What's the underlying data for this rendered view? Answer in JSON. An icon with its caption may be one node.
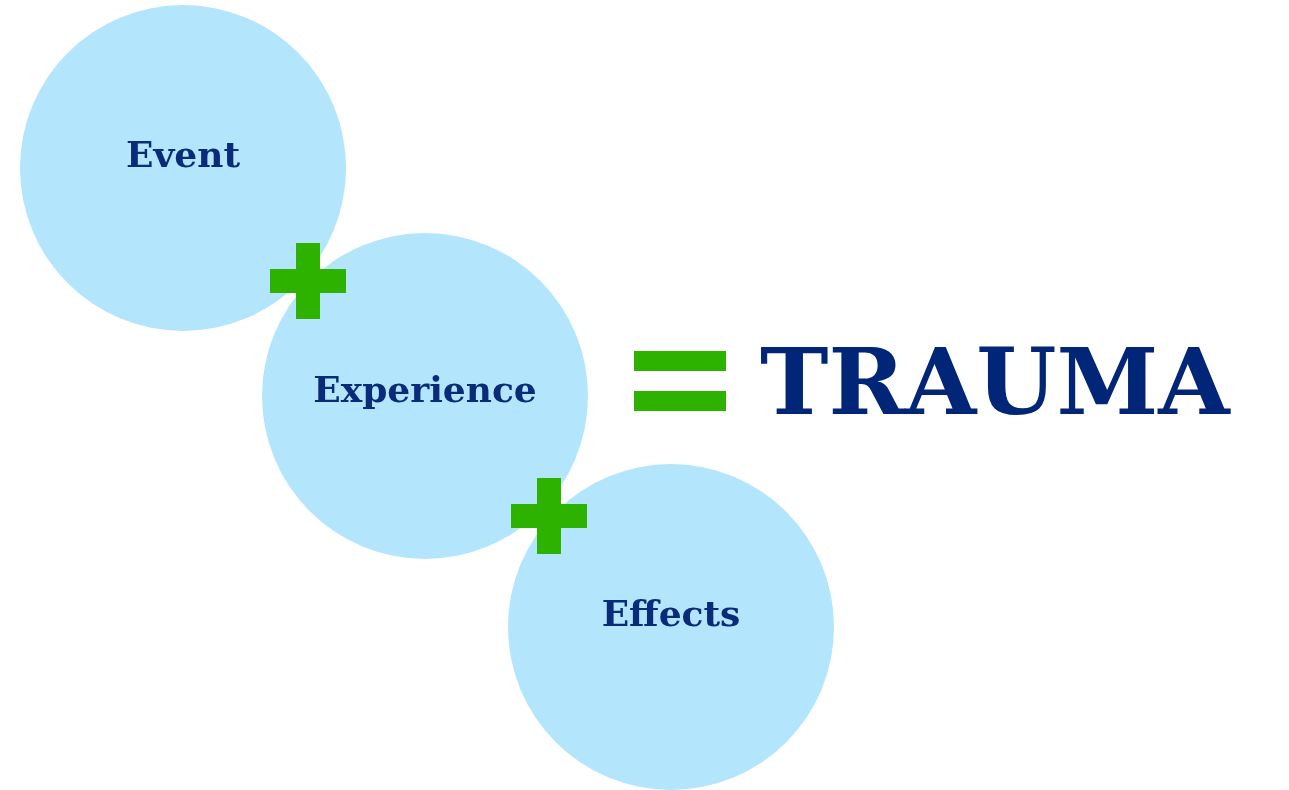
{
  "diagram": {
    "nodes": [
      {
        "text": [
          "Event"
        ]
      },
      {
        "text": [
          "Experience"
        ]
      },
      {
        "text": [
          "Effects"
        ]
      }
    ],
    "labels": [
      "TRAUMA"
    ]
  }
}
